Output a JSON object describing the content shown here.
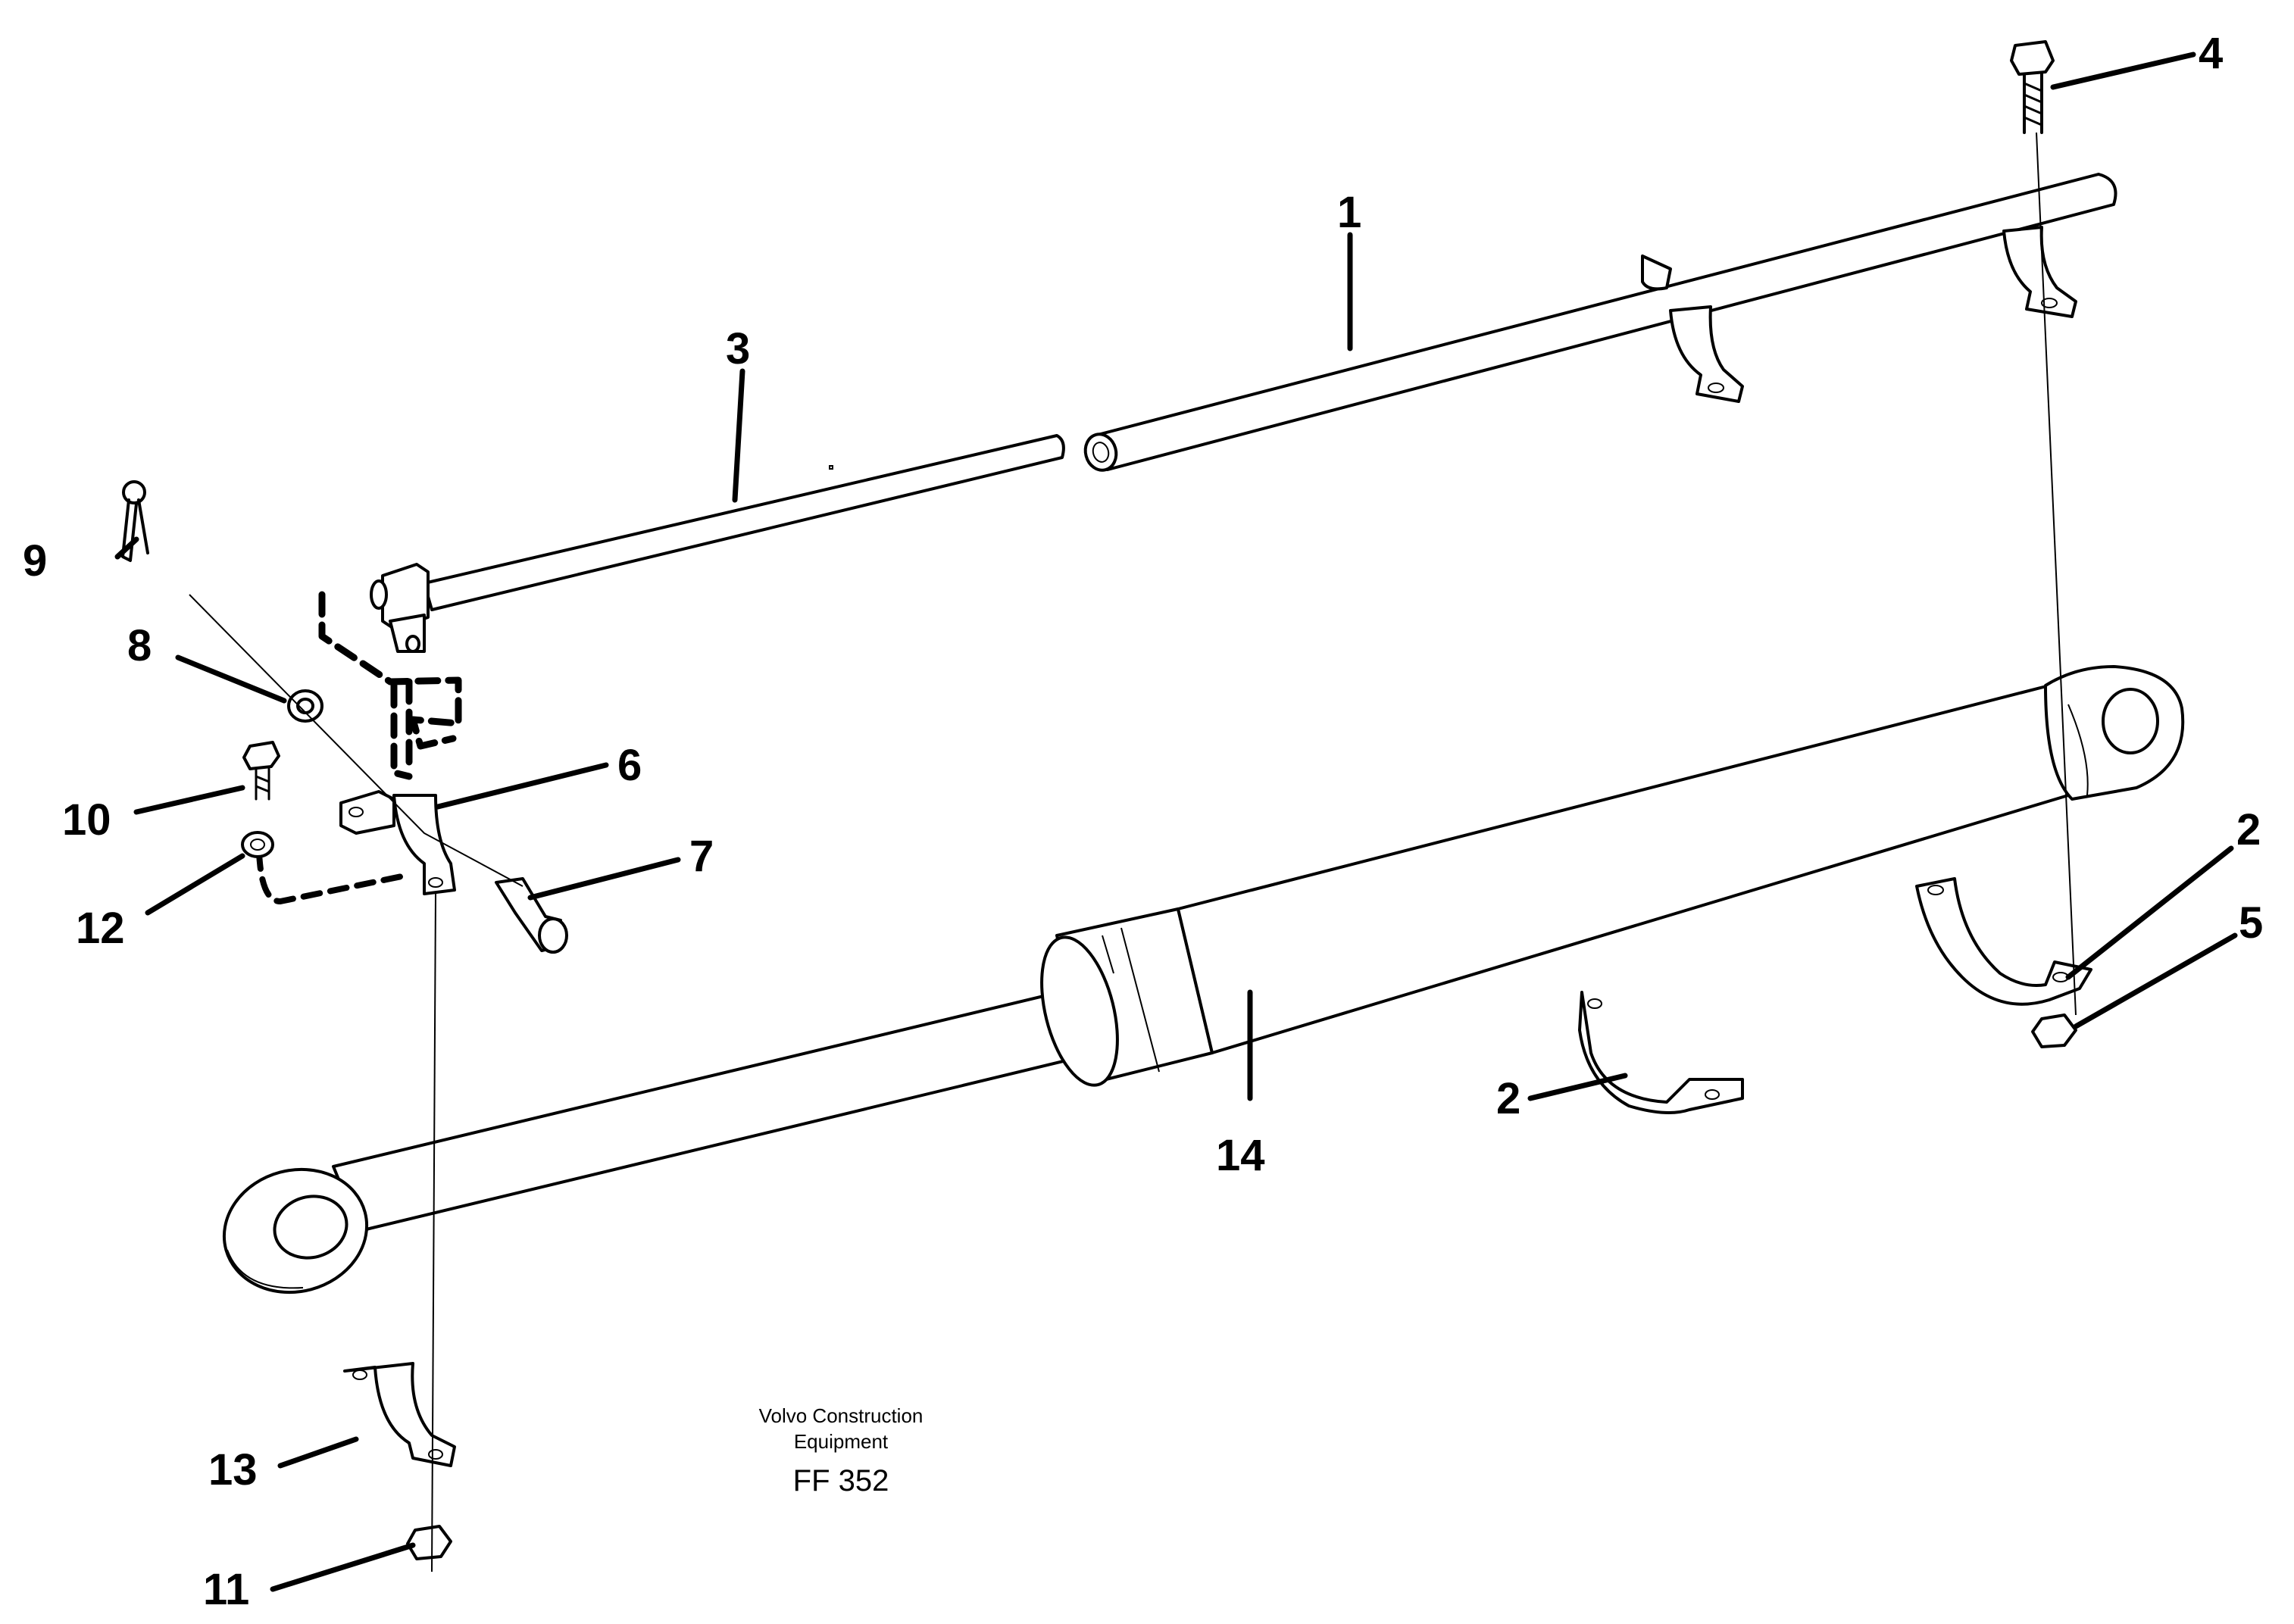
{
  "callouts": {
    "c1": "1",
    "c2a": "2",
    "c2b": "2",
    "c3": "3",
    "c4": "4",
    "c5": "5",
    "c6": "6",
    "c7": "7",
    "c8": "8",
    "c9": "9",
    "c10": "10",
    "c11": "11",
    "c12": "12",
    "c13": "13",
    "c14": "14"
  },
  "footer": {
    "line1": "Volvo Construction",
    "line2": "Equipment",
    "code": "FF 352"
  }
}
